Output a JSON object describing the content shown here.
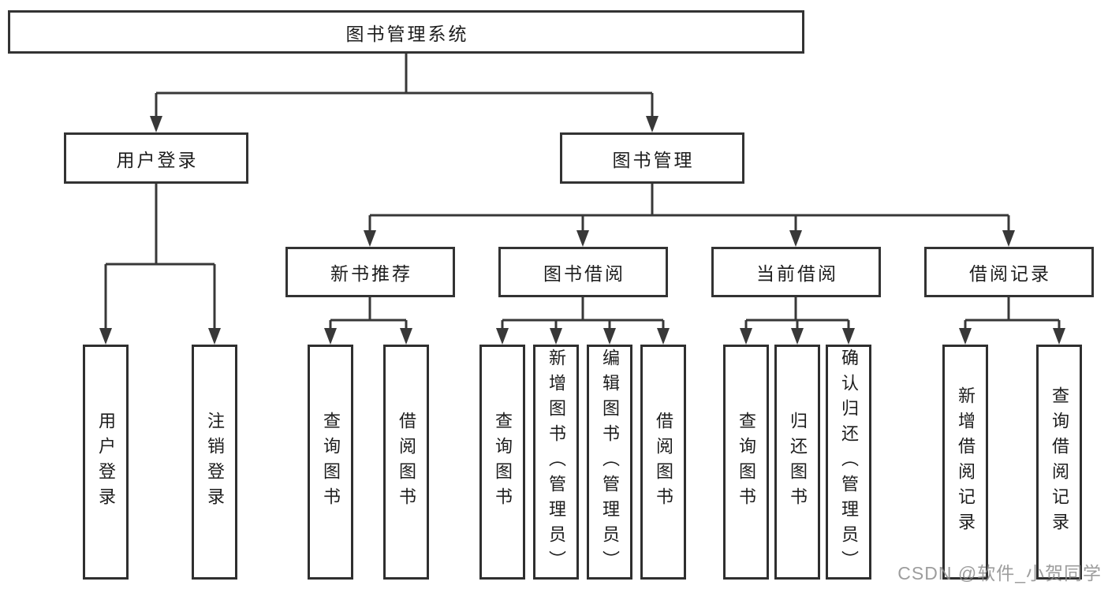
{
  "watermark": {
    "text": "CSDN @软件_小贺同学"
  },
  "colors": {
    "line": "#383838",
    "box_border": "#333333",
    "box_background": "#ffffff",
    "text": "#1d1d1d",
    "watermark": "#8c8c8c",
    "page_background": "#ffffff"
  },
  "tree": {
    "root": "图书管理系统",
    "branches": [
      {
        "label": "用户登录",
        "children": [
          "用户登录",
          "注销登录"
        ]
      },
      {
        "label": "图书管理",
        "sections": [
          {
            "label": "新书推荐",
            "children": [
              "查询图书",
              "借阅图书"
            ]
          },
          {
            "label": "图书借阅",
            "children": [
              "查询图书",
              "新增图书（管理员）",
              "编辑图书（管理员）",
              "借阅图书"
            ]
          },
          {
            "label": "当前借阅",
            "children": [
              "查询图书",
              "归还图书",
              "确认归还（管理员）"
            ]
          },
          {
            "label": "借阅记录",
            "children": [
              "新增借阅记录",
              "查询借阅记录"
            ]
          }
        ]
      }
    ]
  }
}
